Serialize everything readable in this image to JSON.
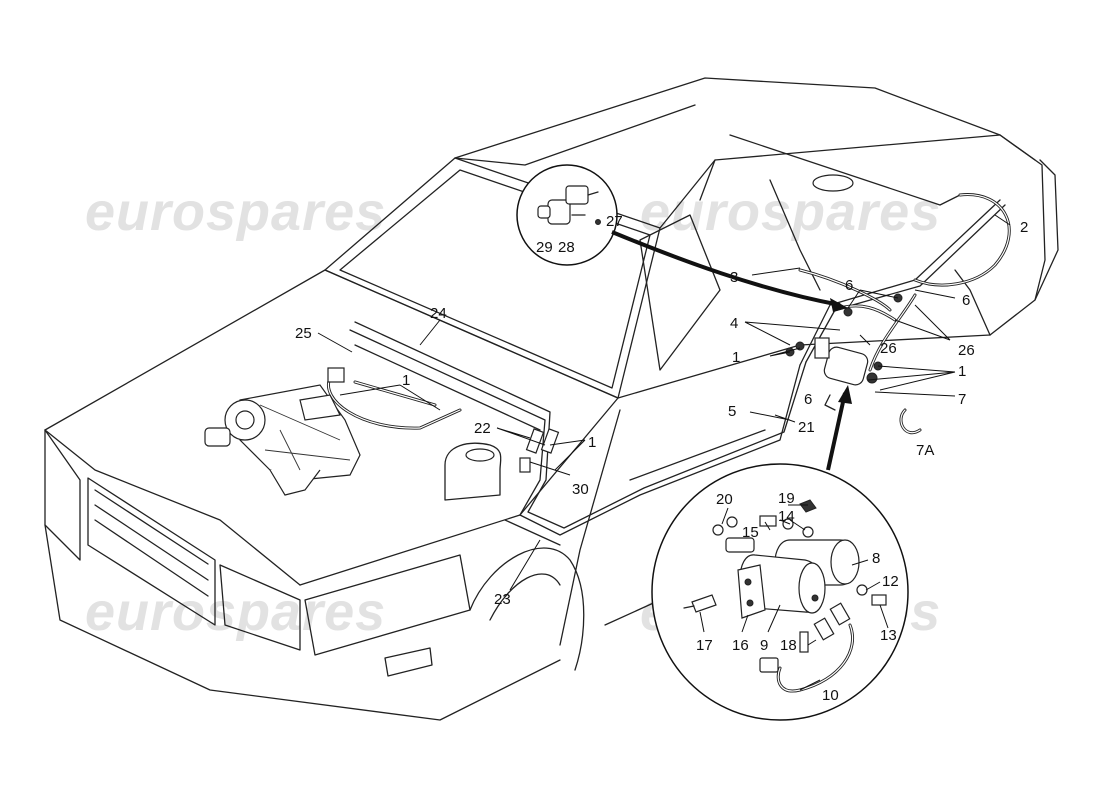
{
  "watermark": {
    "text": "eurospares"
  },
  "callouts": [
    {
      "id": "c1a",
      "text": "1"
    },
    {
      "id": "c1b",
      "text": "1"
    },
    {
      "id": "c1c",
      "text": "1"
    },
    {
      "id": "c1d",
      "text": "1"
    },
    {
      "id": "c2",
      "text": "2"
    },
    {
      "id": "c3",
      "text": "3"
    },
    {
      "id": "c4",
      "text": "4"
    },
    {
      "id": "c5",
      "text": "5"
    },
    {
      "id": "c6a",
      "text": "6"
    },
    {
      "id": "c6b",
      "text": "6"
    },
    {
      "id": "c6c",
      "text": "6"
    },
    {
      "id": "c7",
      "text": "7"
    },
    {
      "id": "c7a",
      "text": "7A"
    },
    {
      "id": "c8",
      "text": "8"
    },
    {
      "id": "c9",
      "text": "9"
    },
    {
      "id": "c10",
      "text": "10"
    },
    {
      "id": "c12",
      "text": "12"
    },
    {
      "id": "c13",
      "text": "13"
    },
    {
      "id": "c14",
      "text": "14"
    },
    {
      "id": "c15",
      "text": "15"
    },
    {
      "id": "c16",
      "text": "16"
    },
    {
      "id": "c17",
      "text": "17"
    },
    {
      "id": "c18",
      "text": "18"
    },
    {
      "id": "c19",
      "text": "19"
    },
    {
      "id": "c20",
      "text": "20"
    },
    {
      "id": "c21",
      "text": "21"
    },
    {
      "id": "c22",
      "text": "22"
    },
    {
      "id": "c23",
      "text": "23"
    },
    {
      "id": "c24",
      "text": "24"
    },
    {
      "id": "c25",
      "text": "25"
    },
    {
      "id": "c26a",
      "text": "26"
    },
    {
      "id": "c26b",
      "text": "26"
    },
    {
      "id": "c27",
      "text": "27"
    },
    {
      "id": "c28",
      "text": "28"
    },
    {
      "id": "c29",
      "text": "29"
    },
    {
      "id": "c30",
      "text": "30"
    }
  ]
}
